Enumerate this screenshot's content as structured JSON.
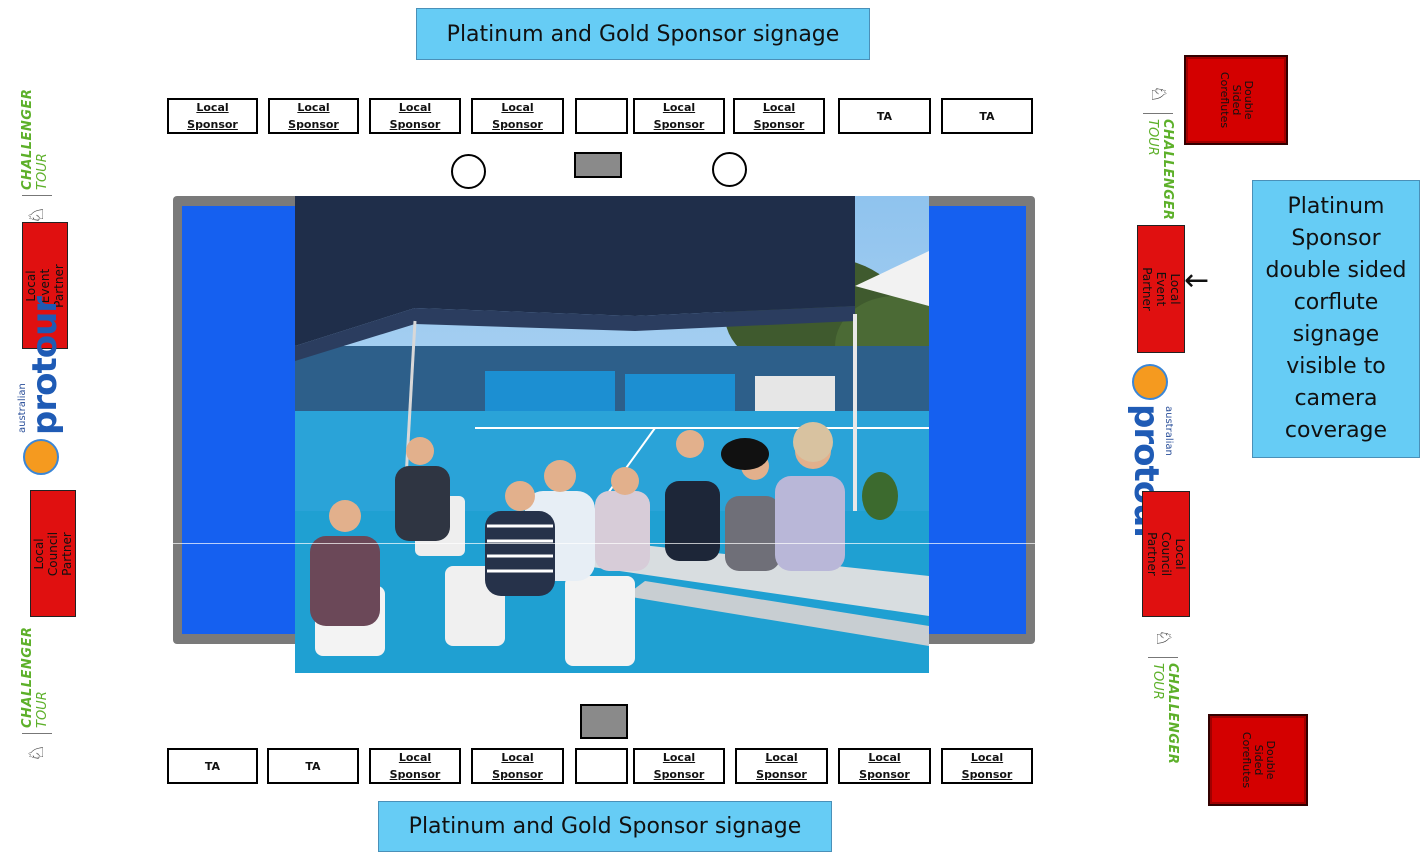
{
  "banners": {
    "top": "Platinum and Gold Sponsor signage",
    "bottom": "Platinum and Gold Sponsor signage"
  },
  "top_row": [
    "Local\nSponsor",
    "Local\nSponsor",
    "Local\nSponsor",
    "Local\nSponsor",
    "",
    "Local\nSponsor",
    "Local\nSponsor",
    "TA",
    "TA"
  ],
  "bottom_row": [
    "TA",
    "TA",
    "Local\nSponsor",
    "Local\nSponsor",
    "",
    "Local\nSponsor",
    "Local\nSponsor",
    "Local\nSponsor",
    "Local\nSponsor"
  ],
  "left_signs": {
    "event_partner": "Local Event\nPartner",
    "council_partner": "Local Council\nPartner"
  },
  "right_signs": {
    "double_top": "Double\nSided\nCoreflutes",
    "event_partner": "Local Event\nPartner",
    "council_partner": "Local Council\nPartner",
    "double_bottom": "Double\nSided\nCoreflutes"
  },
  "logos": {
    "challenger_line1": "CHALLENGER",
    "challenger_line2": "TOUR",
    "atp": "ATP",
    "protour_small": "australian",
    "protour_big": "protour"
  },
  "callout": "Platinum\nSponsor\ndouble sided\ncorflute\nsignage\nvisible to\ncamera\ncoverage",
  "arrow": "←",
  "colors": {
    "banner": "#66ccf5",
    "court_blue": "#1560f0",
    "court_surround": "#7a7a7a",
    "sign_red": "#e01010"
  },
  "icons": [
    "atp-logo-icon",
    "tennis-ball-icon",
    "photo-spectators"
  ]
}
